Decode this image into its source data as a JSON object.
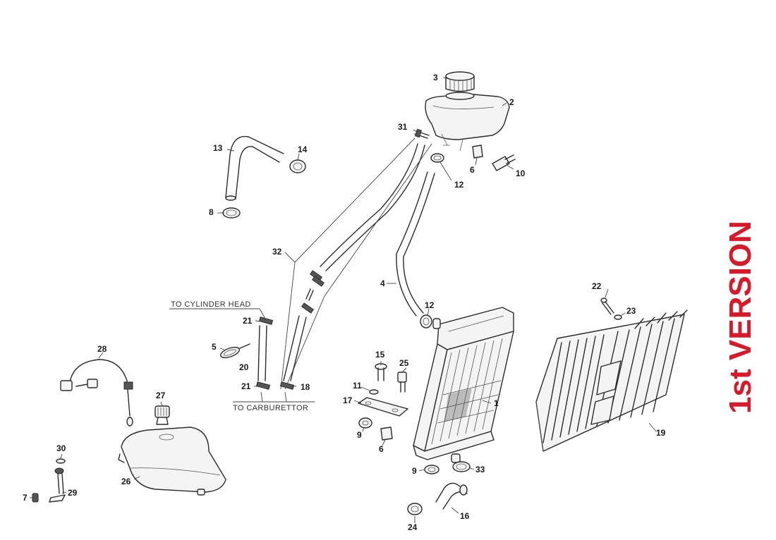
{
  "diagram": {
    "version_label": "1st VERSION",
    "version_color": "#d7192a",
    "notes": {
      "to_cylinder_head": "TO CYLINDER HEAD",
      "to_carburettor": "TO CARBURETTOR"
    },
    "callouts": [
      {
        "id": "c-3",
        "label": "3"
      },
      {
        "id": "c-2",
        "label": "2"
      },
      {
        "id": "c-31",
        "label": "31"
      },
      {
        "id": "c-6a",
        "label": "6"
      },
      {
        "id": "c-10",
        "label": "10"
      },
      {
        "id": "c-12a",
        "label": "12"
      },
      {
        "id": "c-13",
        "label": "13"
      },
      {
        "id": "c-14",
        "label": "14"
      },
      {
        "id": "c-8",
        "label": "8"
      },
      {
        "id": "c-32",
        "label": "32"
      },
      {
        "id": "c-4",
        "label": "4"
      },
      {
        "id": "c-12b",
        "label": "12"
      },
      {
        "id": "c-22",
        "label": "22"
      },
      {
        "id": "c-23",
        "label": "23"
      },
      {
        "id": "c-21a",
        "label": "21"
      },
      {
        "id": "c-5",
        "label": "5"
      },
      {
        "id": "c-20",
        "label": "20"
      },
      {
        "id": "c-21b",
        "label": "21"
      },
      {
        "id": "c-18",
        "label": "18"
      },
      {
        "id": "c-28",
        "label": "28"
      },
      {
        "id": "c-15",
        "label": "15"
      },
      {
        "id": "c-25",
        "label": "25"
      },
      {
        "id": "c-11",
        "label": "11"
      },
      {
        "id": "c-17",
        "label": "17"
      },
      {
        "id": "c-1",
        "label": "1"
      },
      {
        "id": "c-27",
        "label": "27"
      },
      {
        "id": "c-9a",
        "label": "9"
      },
      {
        "id": "c-6b",
        "label": "6"
      },
      {
        "id": "c-19",
        "label": "19"
      },
      {
        "id": "c-30",
        "label": "30"
      },
      {
        "id": "c-9b",
        "label": "9"
      },
      {
        "id": "c-33",
        "label": "33"
      },
      {
        "id": "c-26",
        "label": "26"
      },
      {
        "id": "c-29",
        "label": "29"
      },
      {
        "id": "c-7",
        "label": "7"
      },
      {
        "id": "c-16",
        "label": "16"
      },
      {
        "id": "c-24",
        "label": "24"
      }
    ]
  }
}
